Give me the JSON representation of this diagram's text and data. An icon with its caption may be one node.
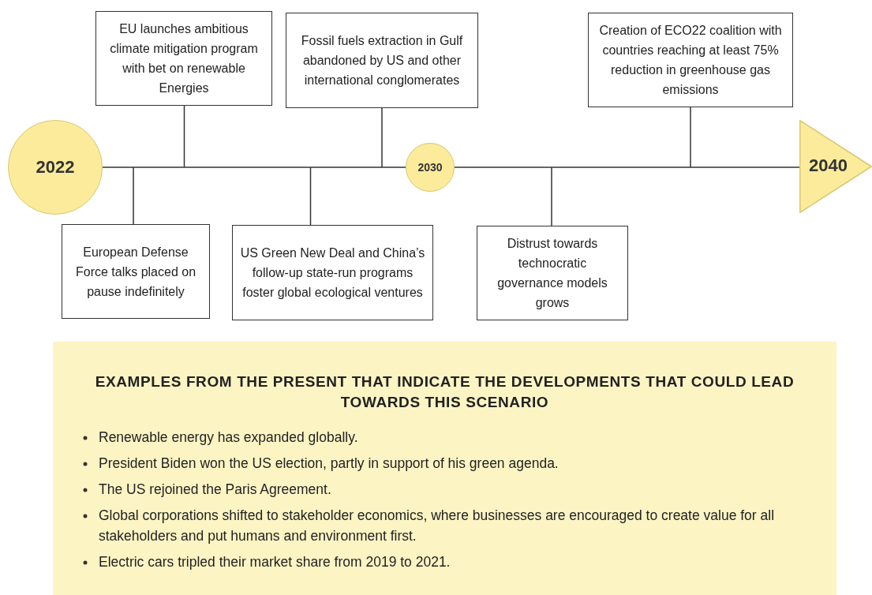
{
  "diagram": {
    "nodes": [
      {
        "text": [
          "2022"
        ]
      },
      {
        "text": [
          "EU launches ambitious climate mitigation program with bet on renewable Energies"
        ]
      },
      {
        "text": [
          "European Defense Force talks placed on pause indefinitely"
        ]
      },
      {
        "text": [
          "US Green New Deal and China’s follow-up state-run programs foster global ecological ventures"
        ]
      },
      {
        "text": [
          "Fossil fuels extraction in Gulf abandoned by US and other international conglomerates"
        ]
      },
      {
        "text": [
          "2030"
        ]
      },
      {
        "text": [
          "Distrust towards technocratic governance models grows"
        ]
      },
      {
        "text": [
          "Creation of ECO22 coalition with countries reaching at least 75% reduction in greenhouse gas emissions"
        ]
      },
      {
        "text": [
          "2040"
        ]
      },
      {
        "text": [
          "EXAMPLES FROM THE PRESENT THAT INDICATE THE DEVELOPMENTS THAT COULD LEAD TOWARDS THIS SCENARIO",
          "Renewable energy has expanded globally.",
          "President Biden won the US election, partly in support of his green agenda.",
          "The US rejoined the Paris Agreement.",
          "Global corporations shifted to stakeholder economics, where businesses are encouraged to create value for all stakeholders and put humans and environment first.",
          "Electric cars tripled their market share from 2019 to 2021."
        ]
      }
    ],
    "edges": [
      {
        "from": 0,
        "to": 5,
        "arrow": "none"
      },
      {
        "from": 5,
        "to": 8,
        "arrow": "none"
      },
      {
        "from": 1,
        "to": null,
        "arrow": "none"
      },
      {
        "from": 2,
        "to": null,
        "arrow": "none"
      },
      {
        "from": 3,
        "to": null,
        "arrow": "none"
      },
      {
        "from": 4,
        "to": null,
        "arrow": "none"
      },
      {
        "from": 6,
        "to": null,
        "arrow": "none"
      },
      {
        "from": 7,
        "to": null,
        "arrow": "none"
      }
    ]
  }
}
